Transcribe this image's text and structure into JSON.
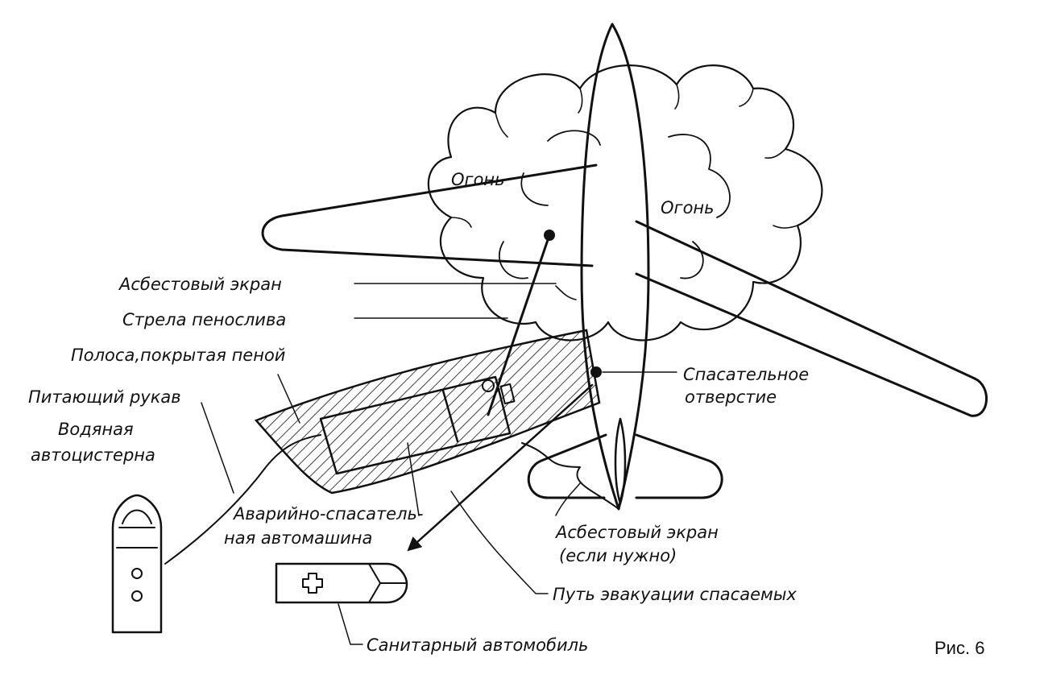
{
  "labels": {
    "fire_left": "Огонь",
    "fire_right": "Огонь",
    "asbestos_screen": "Асбестовый экран",
    "foam_boom": "Стрела пенослива",
    "foam_strip": "Полоса,покрытая пеной",
    "feed_hose": "Питающий рукав",
    "water_tanker_line1": "Водяная",
    "water_tanker_line2": "автоцистерна",
    "rescue_opening_line1": "Спасательное",
    "rescue_opening_line2": "отверстие",
    "rescue_vehicle_line1": "Аварийно-спасатель-",
    "rescue_vehicle_line2": "ная автомашина",
    "asbestos_screen_optional_line1": "Асбестовый экран",
    "asbestos_screen_optional_line2": "(если нужно)",
    "evacuation_path": "Путь эвакуации спасаемых",
    "ambulance": "Санитарный автомобиль",
    "figure_caption": "Рис. 6"
  },
  "icons": [
    "aircraft-icon",
    "fire-cloud-icon",
    "rescue-truck-icon",
    "water-tanker-icon",
    "ambulance-icon",
    "red-cross-icon",
    "arrow-icon"
  ],
  "colors": {
    "ink": "#111111",
    "paper": "#ffffff"
  }
}
